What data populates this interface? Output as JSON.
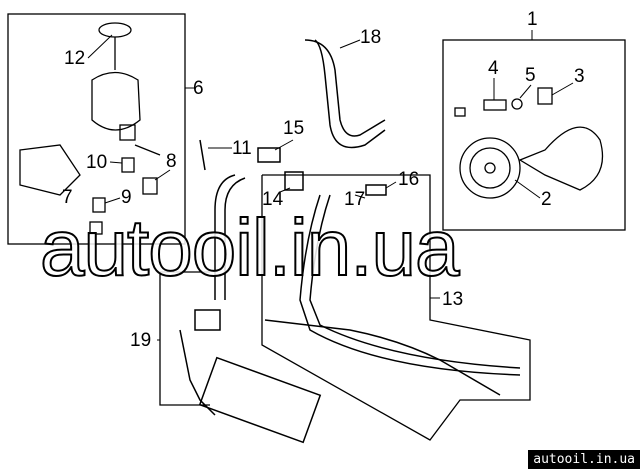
{
  "callouts": [
    "1",
    "2",
    "3",
    "4",
    "5",
    "6",
    "7",
    "8",
    "9",
    "10",
    "11",
    "12",
    "13",
    "14",
    "15",
    "16",
    "17",
    "18",
    "19"
  ],
  "watermark": "autooil.in.ua",
  "badge": "autooil.in.ua"
}
